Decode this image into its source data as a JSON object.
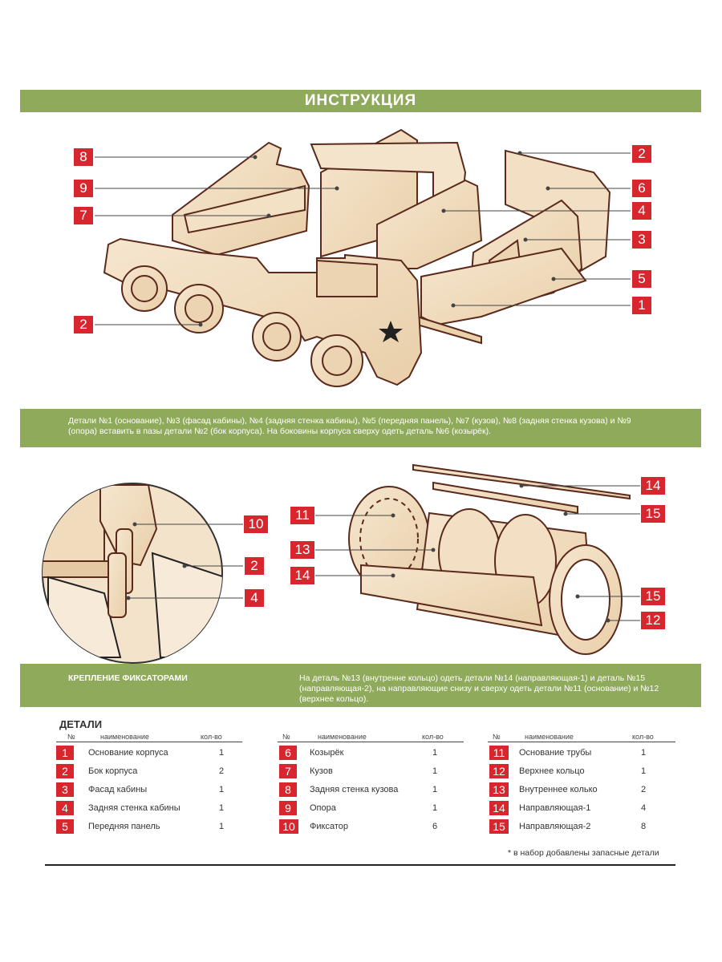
{
  "header": {
    "title": "ИНСТРУКЦИЯ"
  },
  "callouts_top": [
    {
      "id": "c8",
      "label": "8"
    },
    {
      "id": "c9",
      "label": "9"
    },
    {
      "id": "c7",
      "label": "7"
    },
    {
      "id": "c2a",
      "label": "2"
    },
    {
      "id": "c2b",
      "label": "2"
    },
    {
      "id": "c6",
      "label": "6"
    },
    {
      "id": "c4",
      "label": "4"
    },
    {
      "id": "c3",
      "label": "3"
    },
    {
      "id": "c5",
      "label": "5"
    },
    {
      "id": "c1",
      "label": "1"
    }
  ],
  "description": "Детали №1 (основание), №3 (фасад кабины), №4 (задняя стенка кабины), №5 (передняя панель), №7 (кузов), №8 (задняя стенка кузова) и №9 (опора) вставить в пазы детали №2 (бок корпуса). На боковины корпуса сверху одеть деталь №6 (козырёк).",
  "callouts_bottom": [
    {
      "id": "c10",
      "label": "10"
    },
    {
      "id": "c2c",
      "label": "2"
    },
    {
      "id": "c4b",
      "label": "4"
    },
    {
      "id": "c11",
      "label": "11"
    },
    {
      "id": "c13",
      "label": "13"
    },
    {
      "id": "c14a",
      "label": "14"
    },
    {
      "id": "c14b",
      "label": "14"
    },
    {
      "id": "c15a",
      "label": "15"
    },
    {
      "id": "c15b",
      "label": "15"
    },
    {
      "id": "c12",
      "label": "12"
    }
  ],
  "fixators": {
    "title": "КРЕПЛЕНИЕ ФИКСАТОРАМИ",
    "text": "На деталь №13 (внутренне кольцо) одеть детали №14 (направляющая-1) и деталь №15 (направляющая-2), на направляющие снизу и сверху одеть детали №11 (основание) и №12 (верхнее кольцо)."
  },
  "parts": {
    "title": "ДЕТАЛИ",
    "headers": {
      "num": "№",
      "name": "наименование",
      "qty": "кол-во"
    },
    "tables": [
      [
        {
          "num": "1",
          "name": "Основание корпуса",
          "qty": "1"
        },
        {
          "num": "2",
          "name": "Бок корпуса",
          "qty": "2"
        },
        {
          "num": "3",
          "name": "Фасад кабины",
          "qty": "1"
        },
        {
          "num": "4",
          "name": "Задняя стенка кабины",
          "qty": "1"
        },
        {
          "num": "5",
          "name": "Передняя панель",
          "qty": "1"
        }
      ],
      [
        {
          "num": "6",
          "name": "Козырёк",
          "qty": "1"
        },
        {
          "num": "7",
          "name": "Кузов",
          "qty": "1"
        },
        {
          "num": "8",
          "name": "Задняя стенка кузова",
          "qty": "1"
        },
        {
          "num": "9",
          "name": "Опора",
          "qty": "1"
        },
        {
          "num": "10",
          "name": "Фиксатор",
          "qty": "6"
        }
      ],
      [
        {
          "num": "11",
          "name": "Основание трубы",
          "qty": "1"
        },
        {
          "num": "12",
          "name": "Верхнее кольцо",
          "qty": "1"
        },
        {
          "num": "13",
          "name": "Внутреннее колько",
          "qty": "2"
        },
        {
          "num": "14",
          "name": "Направляющая-1",
          "qty": "4"
        },
        {
          "num": "15",
          "name": "Направляющая-2",
          "qty": "8"
        }
      ]
    ],
    "footnote": "* в набор добавлены запасные детали"
  },
  "colors": {
    "accent_green": "#8faa5a",
    "callout_red": "#d7262d",
    "wood": "#f1dcc0",
    "wood_edge": "#5a2a1c"
  }
}
